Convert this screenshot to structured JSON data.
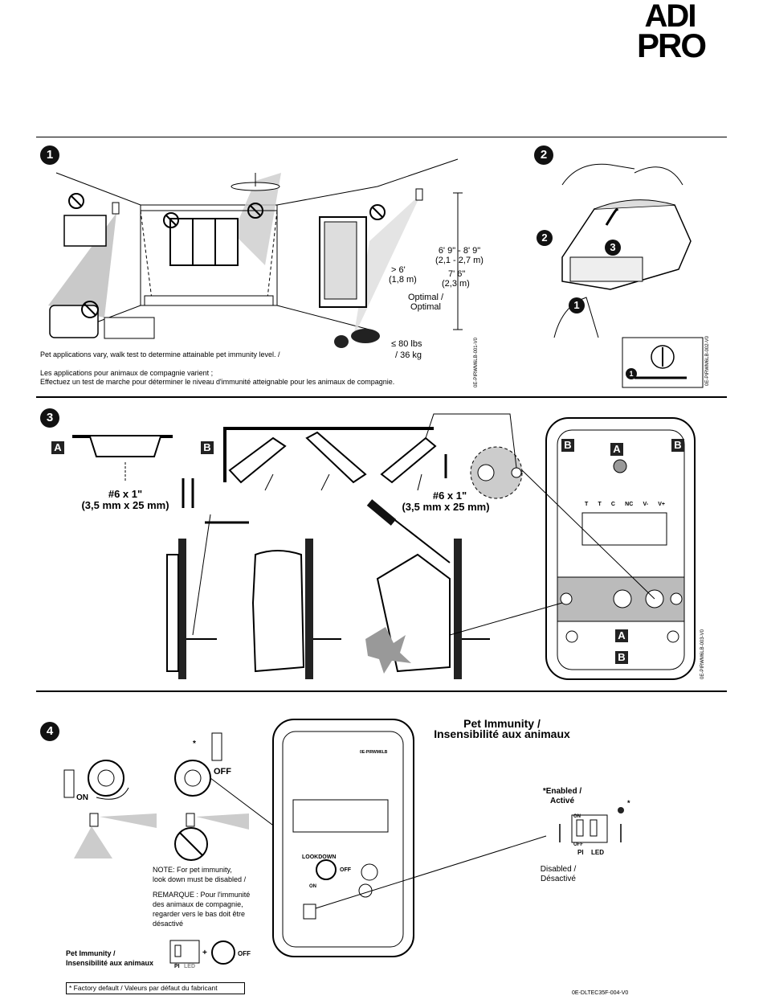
{
  "brand": {
    "line1": "ADI",
    "line2": "PRO"
  },
  "steps": [
    "1",
    "2",
    "3",
    "4"
  ],
  "step1": {
    "height_range": "6' 9\" - 8' 9\"",
    "height_range_metric": "(2,1 - 2,7 m)",
    "min_height": "> 6'",
    "min_height_metric": "(1,8 m)",
    "optimal_height": "7' 6\"",
    "optimal_height_metric": "(2,3 m)",
    "optimal_label": "Optimal /",
    "optimal_label_fr": "Optimal",
    "pet_weight": "≤ 80 lbs",
    "pet_weight_metric": "/ 36 kg",
    "note_en": "Pet applications vary, walk test to determine attainable pet immunity level. /",
    "note_fr_1": "Les applications pour animaux de compagnie varient ;",
    "note_fr_2": "Effectuez un test de marche pour déterminer le niveau d'immunité atteignable pour les animaux de compagnie.",
    "code": "0E-PIRWM6LB-001-V0"
  },
  "step2": {
    "callouts": [
      "2",
      "3",
      "1"
    ],
    "small_callout": "1",
    "code": "0E-PIRWM6LB-002-V0"
  },
  "step3": {
    "label_a": "A",
    "label_b": "B",
    "screw_a": "#6 x 1\"",
    "screw_a_metric": "(3,5 mm x 25 mm)",
    "screw_b": "#6 x 1\"",
    "screw_b_metric": "(3,5 mm x 25 mm)",
    "terminals": [
      "T",
      "T",
      "C",
      "NC",
      "V-",
      "V+"
    ],
    "code": "0E-PIRWM6LB-003-V0"
  },
  "step4": {
    "title_en": "Pet Immunity /",
    "title_fr": "Insensibilité aux animaux",
    "on_label": "ON",
    "off_label": "OFF",
    "asterisk": "*",
    "board_label": "0E-PIRWM6LB",
    "lookdown_label": "LOOKDOWN",
    "note_1": "NOTE: For pet immunity,",
    "note_2": "look down must be disabled /",
    "remarque_1": "REMARQUE : Pour l'immunité",
    "remarque_2": "des animaux de compagnie,",
    "remarque_3": "regarder vers le bas doit être",
    "remarque_4": "désactivé",
    "enabled": "*Enabled /",
    "enabled_fr": "Activé",
    "disabled": "Disabled /",
    "disabled_fr": "Désactivé",
    "dip_on": "ON",
    "dip_off": "OFF",
    "dip_pi": "PI",
    "dip_led": "LED",
    "pet_immunity": "Pet Immunity /",
    "pet_immunity_fr": "Insensibilité aux animaux",
    "plus": "+",
    "factory_default": "* Factory default / Valeurs par défaut du fabricant",
    "code": "0E-DLTEC35F-004-V0"
  }
}
